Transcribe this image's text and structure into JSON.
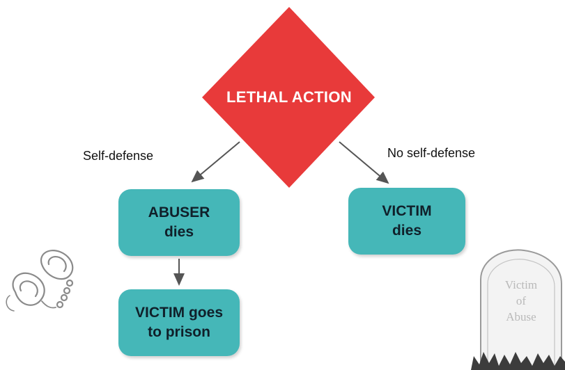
{
  "diagram": {
    "decision": "LETHAL ACTION",
    "branches": {
      "left_label": "Self-defense",
      "right_label": "No self-defense"
    },
    "nodes": {
      "abuser_dies": {
        "line1": "ABUSER",
        "line2": "dies"
      },
      "victim_dies": {
        "line1": "VICTIM",
        "line2": "dies"
      },
      "victim_prison": {
        "line1": "VICTIM goes",
        "line2": "to prison"
      }
    },
    "tombstone": {
      "line1": "Victim",
      "line2": "of",
      "line3": "Abuse"
    }
  },
  "colors": {
    "diamond": "#e83a3a",
    "box": "#45b7b8",
    "arrow": "#555555"
  },
  "icons": [
    "handcuffs-icon",
    "tombstone-icon"
  ]
}
